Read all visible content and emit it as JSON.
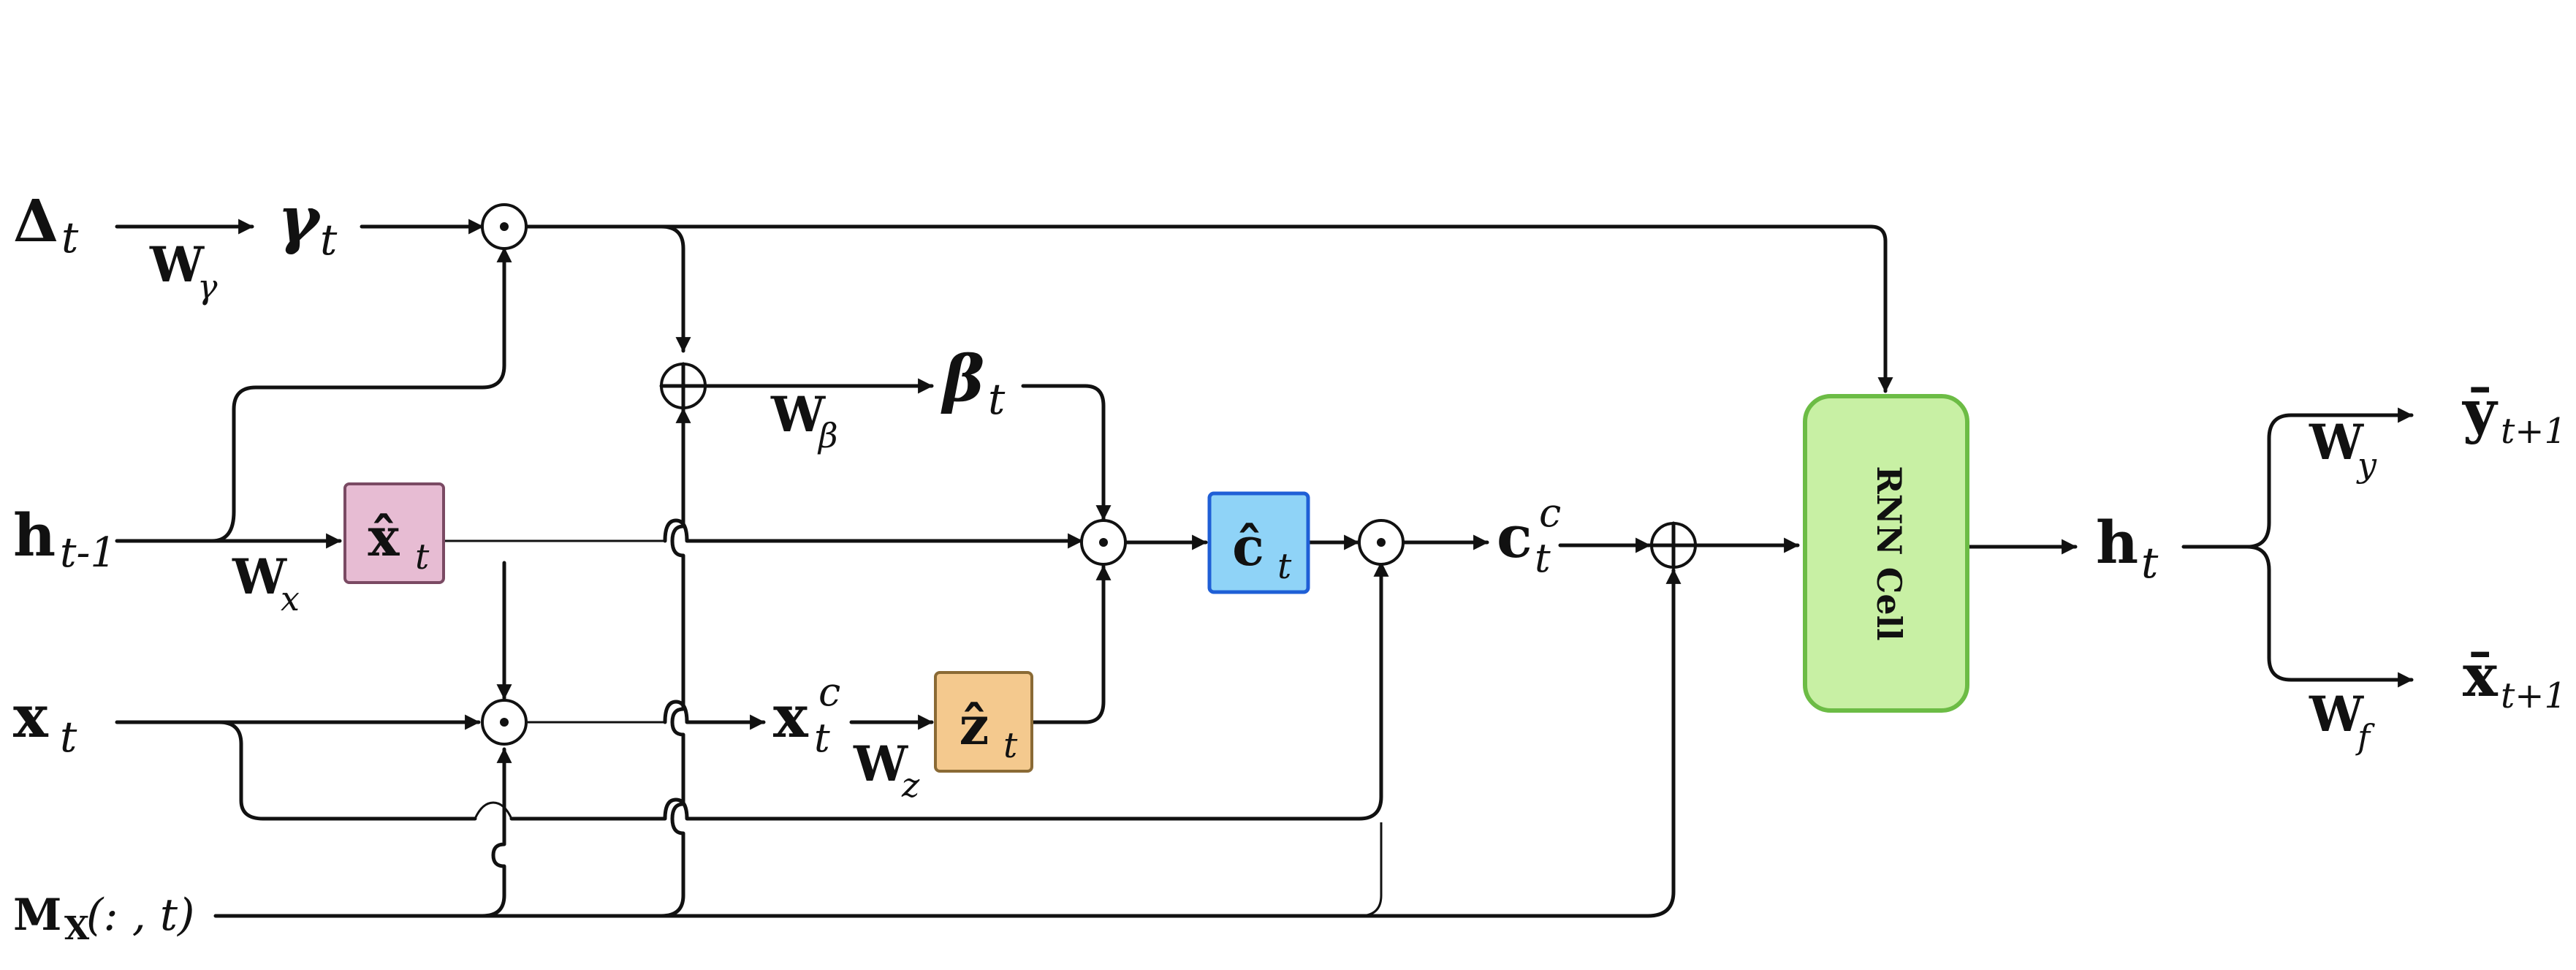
{
  "inputs": {
    "delta": "Δ",
    "delta_sub": "t",
    "h_prev": "h",
    "h_prev_sub": "t-1",
    "x": "x",
    "x_sub": "t",
    "mask": "M",
    "mask_sub": "X",
    "mask_args": "(: , t)"
  },
  "intermediates": {
    "gamma": "γ",
    "gamma_sub": "t",
    "beta": "β",
    "beta_sub": "t",
    "xc": "x",
    "xc_sub": "t",
    "xc_sup": "c",
    "cc": "c",
    "cc_sub": "t",
    "cc_sup": "c"
  },
  "weights": {
    "w_gamma": "W",
    "w_gamma_sub": "γ",
    "w_beta": "W",
    "w_beta_sub": "β",
    "w_x": "W",
    "w_x_sub": "x",
    "w_z": "W",
    "w_z_sub": "z",
    "w_y": "W",
    "w_y_sub": "y",
    "w_f": "W",
    "w_f_sub": "f"
  },
  "boxes": {
    "x_hat": "x̂",
    "x_hat_sub": "t",
    "z_hat": "ẑ",
    "z_hat_sub": "t",
    "c_hat": "ĉ",
    "c_hat_sub": "t",
    "rnn_cell": "RNN Cell"
  },
  "outputs": {
    "h": "h",
    "h_sub": "t",
    "y": "ȳ",
    "y_sub": "t+1",
    "x": "x̄",
    "x_sub": "t+1"
  },
  "operators": {
    "hadamard": "⊙",
    "add": "⊕"
  },
  "colors": {
    "x_hat_box": "#e7bcd3",
    "z_hat_box": "#f4c98e",
    "c_hat_box": "#8fd3f7",
    "c_hat_border": "#1f5fd6",
    "rnn_fill": "#c8f0a4",
    "rnn_border": "#6cbc45"
  }
}
